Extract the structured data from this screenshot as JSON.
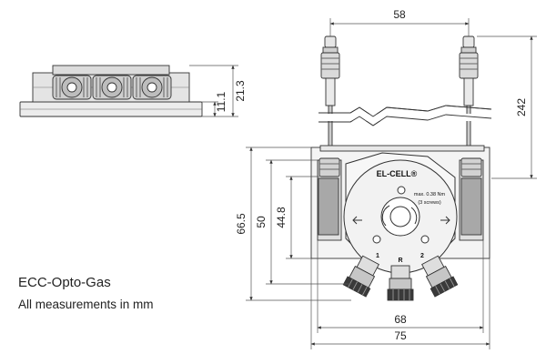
{
  "caption": {
    "title": "ECC-Opto-Gas",
    "subtitle": "All measurements in mm"
  },
  "dimensions": {
    "top_width": "58",
    "tube_height": "242",
    "side_height": "21.3",
    "side_base": "11.1",
    "total_height": "66.5",
    "mid_height": "50",
    "inner_height": "44.8",
    "inner_width": "68",
    "total_width": "75"
  },
  "cell_labels": {
    "brand": "EL-CELL®",
    "torque": "max. 0.38 Nm",
    "screws": "(3 screws)",
    "port_1": "1",
    "port_r": "R",
    "port_2": "2"
  },
  "colors": {
    "line": "#333333",
    "dim_line": "#555555",
    "fill_light": "#f2f2f2",
    "fill_mid": "#d6d6d6",
    "fill_dark": "#9a9a9a"
  }
}
